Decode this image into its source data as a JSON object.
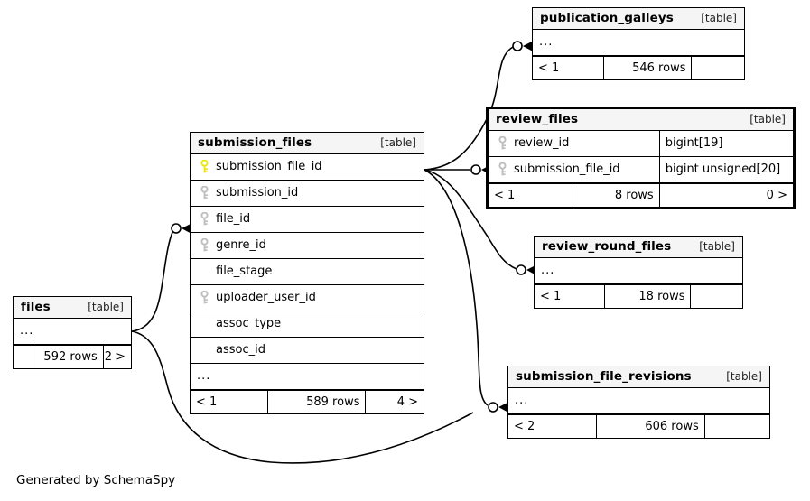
{
  "diagram": {
    "caption": "Generated by SchemaSpy",
    "table_tag": "[table]",
    "ellipsis": "...",
    "tables": {
      "submission_files": {
        "name": "submission_files",
        "tag": "[table]",
        "columns": [
          {
            "name": "submission_file_id",
            "key": "primary"
          },
          {
            "name": "submission_id",
            "key": "foreign"
          },
          {
            "name": "file_id",
            "key": "foreign"
          },
          {
            "name": "genre_id",
            "key": "foreign"
          },
          {
            "name": "file_stage",
            "key": "none"
          },
          {
            "name": "uploader_user_id",
            "key": "foreign"
          },
          {
            "name": "assoc_type",
            "key": "none"
          },
          {
            "name": "assoc_id",
            "key": "none"
          }
        ],
        "more": "...",
        "footer": {
          "left": "< 1",
          "mid": "589 rows",
          "right": "4 >"
        }
      },
      "publication_galleys": {
        "name": "publication_galleys",
        "tag": "[table]",
        "more": "...",
        "footer": {
          "left": "< 1",
          "mid": "546 rows",
          "right": ""
        }
      },
      "review_files": {
        "name": "review_files",
        "tag": "[table]",
        "columns": [
          {
            "name": "review_id",
            "key": "foreign",
            "type": "bigint[19]"
          },
          {
            "name": "submission_file_id",
            "key": "foreign",
            "type": "bigint unsigned[20]"
          }
        ],
        "footer": {
          "left": "< 1",
          "mid": "8 rows",
          "right": "0 >"
        }
      },
      "review_round_files": {
        "name": "review_round_files",
        "tag": "[table]",
        "more": "...",
        "footer": {
          "left": "< 1",
          "mid": "18 rows",
          "right": ""
        }
      },
      "submission_file_revisions": {
        "name": "submission_file_revisions",
        "tag": "[table]",
        "more": "...",
        "footer": {
          "left": "< 2",
          "mid": "606 rows",
          "right": ""
        }
      },
      "files": {
        "name": "files",
        "tag": "[table]",
        "more": "...",
        "footer": {
          "left": "",
          "mid": "592 rows",
          "right": "2 >"
        }
      }
    },
    "colors": {
      "primary_key": "#e8e80d",
      "foreign_key": "#bfbfbf",
      "header_bg": "#f5f5f5",
      "border": "#000000",
      "background": "#ffffff"
    }
  }
}
